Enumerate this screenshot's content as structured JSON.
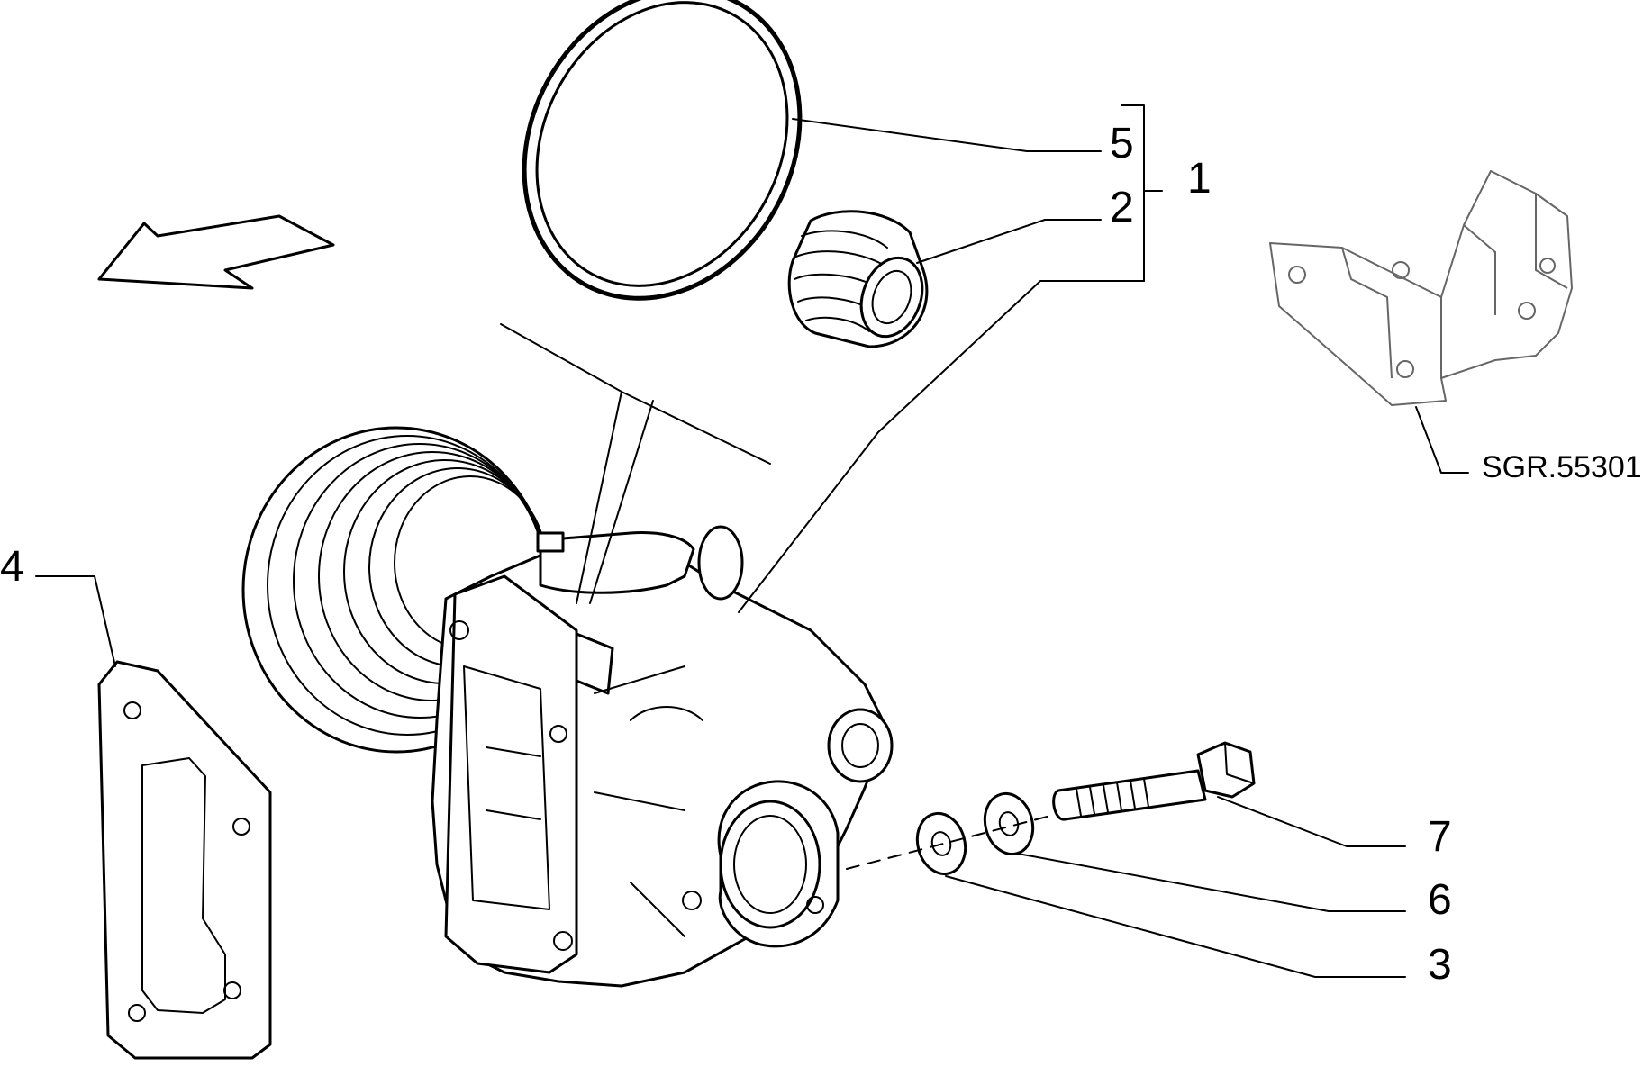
{
  "callouts": {
    "c1": "1",
    "c2": "2",
    "c3": "3",
    "c4": "4",
    "c5": "5",
    "c6": "6",
    "c7": "7"
  },
  "reference_code": "SGR.55301",
  "icons": {
    "direction_arrow": "direction-arrow-icon"
  }
}
